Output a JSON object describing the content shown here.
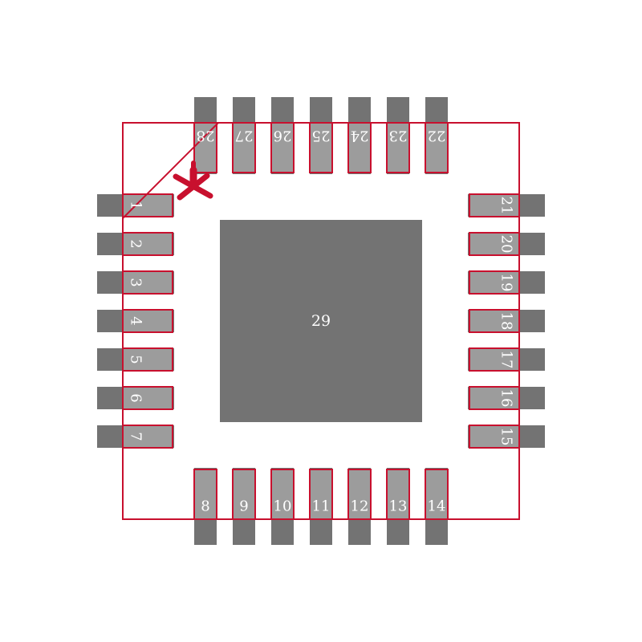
{
  "footprint": {
    "colors": {
      "pad_dark": "#737373",
      "pad_light": "#9c9c9c",
      "outline": "#c8102e",
      "label": "#ffffff"
    },
    "pin1_marker_icon": "asterisk-icon",
    "pads": [
      {
        "num": "1",
        "side": "left"
      },
      {
        "num": "2",
        "side": "left"
      },
      {
        "num": "3",
        "side": "left"
      },
      {
        "num": "4",
        "side": "left"
      },
      {
        "num": "5",
        "side": "left"
      },
      {
        "num": "6",
        "side": "left"
      },
      {
        "num": "7",
        "side": "left"
      },
      {
        "num": "8",
        "side": "bottom"
      },
      {
        "num": "9",
        "side": "bottom"
      },
      {
        "num": "10",
        "side": "bottom"
      },
      {
        "num": "11",
        "side": "bottom"
      },
      {
        "num": "12",
        "side": "bottom"
      },
      {
        "num": "13",
        "side": "bottom"
      },
      {
        "num": "14",
        "side": "bottom"
      },
      {
        "num": "15",
        "side": "right"
      },
      {
        "num": "16",
        "side": "right"
      },
      {
        "num": "17",
        "side": "right"
      },
      {
        "num": "18",
        "side": "right"
      },
      {
        "num": "19",
        "side": "right"
      },
      {
        "num": "20",
        "side": "right"
      },
      {
        "num": "21",
        "side": "right"
      },
      {
        "num": "22",
        "side": "top"
      },
      {
        "num": "23",
        "side": "top"
      },
      {
        "num": "24",
        "side": "top"
      },
      {
        "num": "25",
        "side": "top"
      },
      {
        "num": "26",
        "side": "top"
      },
      {
        "num": "27",
        "side": "top"
      },
      {
        "num": "28",
        "side": "top"
      }
    ],
    "center_pad": {
      "num": "29"
    }
  }
}
